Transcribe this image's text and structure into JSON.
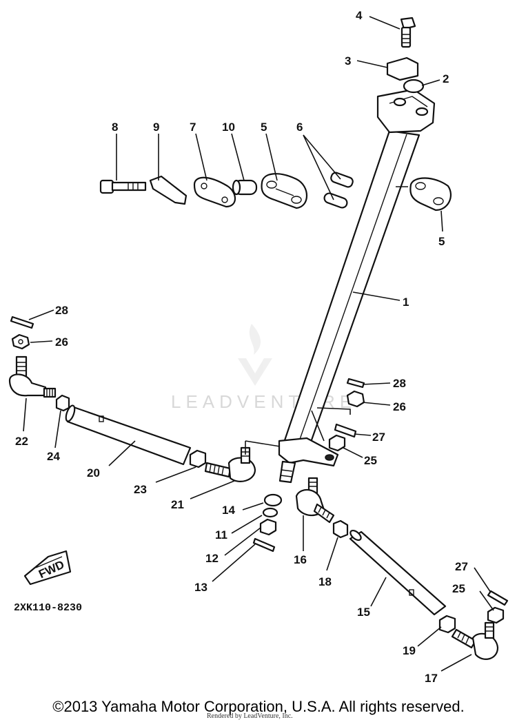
{
  "diagram": {
    "drawing_code": "2XK110-8230",
    "fwd_label": "FWD",
    "watermark": "LEADVENTURE",
    "callouts": [
      {
        "id": "c4",
        "label": "4"
      },
      {
        "id": "c3",
        "label": "3"
      },
      {
        "id": "c2",
        "label": "2"
      },
      {
        "id": "c8",
        "label": "8"
      },
      {
        "id": "c9",
        "label": "9"
      },
      {
        "id": "c7",
        "label": "7"
      },
      {
        "id": "c10",
        "label": "10"
      },
      {
        "id": "c5a",
        "label": "5"
      },
      {
        "id": "c6",
        "label": "6"
      },
      {
        "id": "c5b",
        "label": "5"
      },
      {
        "id": "c1",
        "label": "1"
      },
      {
        "id": "c28a",
        "label": "28"
      },
      {
        "id": "c26a",
        "label": "26"
      },
      {
        "id": "c22",
        "label": "22"
      },
      {
        "id": "c24",
        "label": "24"
      },
      {
        "id": "c20",
        "label": "20"
      },
      {
        "id": "c23",
        "label": "23"
      },
      {
        "id": "c21",
        "label": "21"
      },
      {
        "id": "c28b",
        "label": "28"
      },
      {
        "id": "c26b",
        "label": "26"
      },
      {
        "id": "c27a",
        "label": "27"
      },
      {
        "id": "c25a",
        "label": "25"
      },
      {
        "id": "c14",
        "label": "14"
      },
      {
        "id": "c11",
        "label": "11"
      },
      {
        "id": "c12",
        "label": "12"
      },
      {
        "id": "c13",
        "label": "13"
      },
      {
        "id": "c16",
        "label": "16"
      },
      {
        "id": "c18",
        "label": "18"
      },
      {
        "id": "c15",
        "label": "15"
      },
      {
        "id": "c27b",
        "label": "27"
      },
      {
        "id": "c25b",
        "label": "25"
      },
      {
        "id": "c19",
        "label": "19"
      },
      {
        "id": "c17",
        "label": "17"
      }
    ]
  },
  "footer": {
    "copyright": "©2013 Yamaha Motor Corporation, U.S.A. All rights reserved.",
    "rendered_by": "Rendered by LeadVenture, Inc."
  }
}
